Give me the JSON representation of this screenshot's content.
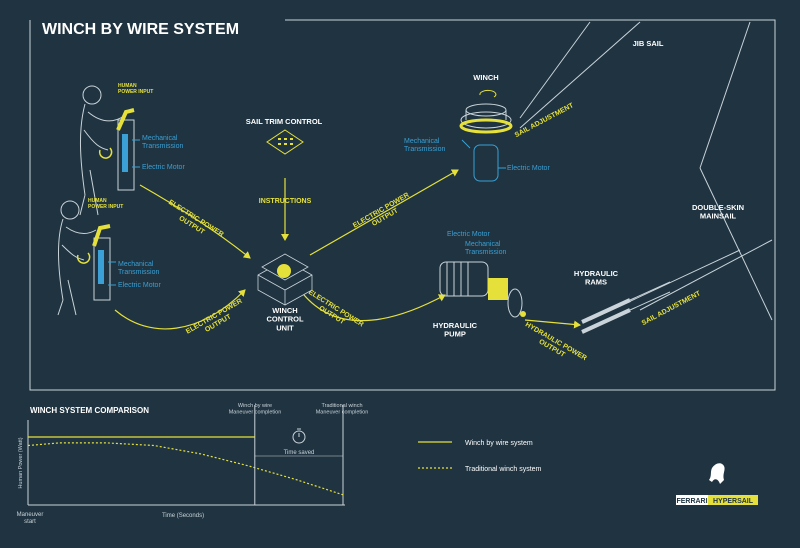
{
  "title": "WINCH BY WIRE SYSTEM",
  "colors": {
    "background": "#1f3340",
    "line": "#c9d3d9",
    "yellow": "#e6e13a",
    "blue": "#3aa0d6",
    "white": "#ffffff"
  },
  "icons": [
    "human-operator-icon",
    "pedestal-icon",
    "sail-trim-control-icon",
    "winch-control-unit-icon",
    "winch-drum-icon",
    "hydraulic-pump-icon",
    "hydraulic-ram-icon",
    "stopwatch-icon",
    "ferrari-horse-logo-icon"
  ],
  "labels": {
    "human_power_input": "HUMAN\nPOWER INPUT",
    "mechanical_transmission": "Mechanical\nTransmission",
    "electric_motor": "Electric Motor",
    "sail_trim_control": "SAIL TRIM CONTROL",
    "instructions": "INSTRUCTIONS",
    "electric_power_output": "ELECTRIC POWER\nOUTPUT",
    "winch_control_unit": "WINCH\nCONTROL\nUNIT",
    "winch": "WINCH",
    "sail_adjustment": "SAIL ADJUSTMENT",
    "jib_sail": "JIB SAIL",
    "double_skin_mainsail": "DOUBLE-SKIN\nMAINSAIL",
    "hydraulic_rams": "HYDRAULIC\nRAMS",
    "hydraulic_pump": "HYDRAULIC\nPUMP",
    "hydraulic_power_output": "HYDRAULIC POWER\nOUTPUT"
  },
  "comparison": {
    "title": "WINCH SYSTEM COMPARISON",
    "y_axis_label": "Human Power (Watt)",
    "x_axis_label": "Time (Seconds)",
    "maneuver_start": "Maneuver\nstart",
    "wbw_completion": "Winch by wire\nManeuver completion",
    "traditional_completion": "Traditional winch\nManeuver completion",
    "time_saved": "Time saved"
  },
  "chart_data": {
    "type": "line",
    "xlabel": "Time (Seconds)",
    "ylabel": "Human Power (Watt)",
    "series": [
      {
        "name": "Winch by wire system",
        "style": "solid",
        "color": "#e6e13a",
        "x": [
          0,
          0.2,
          0.4,
          0.6,
          0.72
        ],
        "y": [
          0.8,
          0.8,
          0.8,
          0.8,
          0.8
        ]
      },
      {
        "name": "Traditional winch system",
        "style": "dashed",
        "color": "#e6e13a",
        "x": [
          0,
          0.1,
          0.25,
          0.4,
          0.55,
          0.7,
          0.85,
          1.0
        ],
        "y": [
          0.7,
          0.73,
          0.73,
          0.7,
          0.6,
          0.46,
          0.3,
          0.12
        ]
      }
    ],
    "xlim": [
      0,
      1
    ],
    "ylim": [
      0,
      1
    ],
    "markers": [
      {
        "label": "Winch by wire\nManeuver completion",
        "x": 0.72
      },
      {
        "label": "Traditional winch\nManeuver completion",
        "x": 1.0
      }
    ],
    "legend_placement": "right"
  },
  "legend": {
    "solid": "Winch by wire system",
    "dashed": "Traditional winch system"
  },
  "brand": {
    "ferrari": "FERRARI",
    "hypersail": "HYPERSAIL"
  }
}
